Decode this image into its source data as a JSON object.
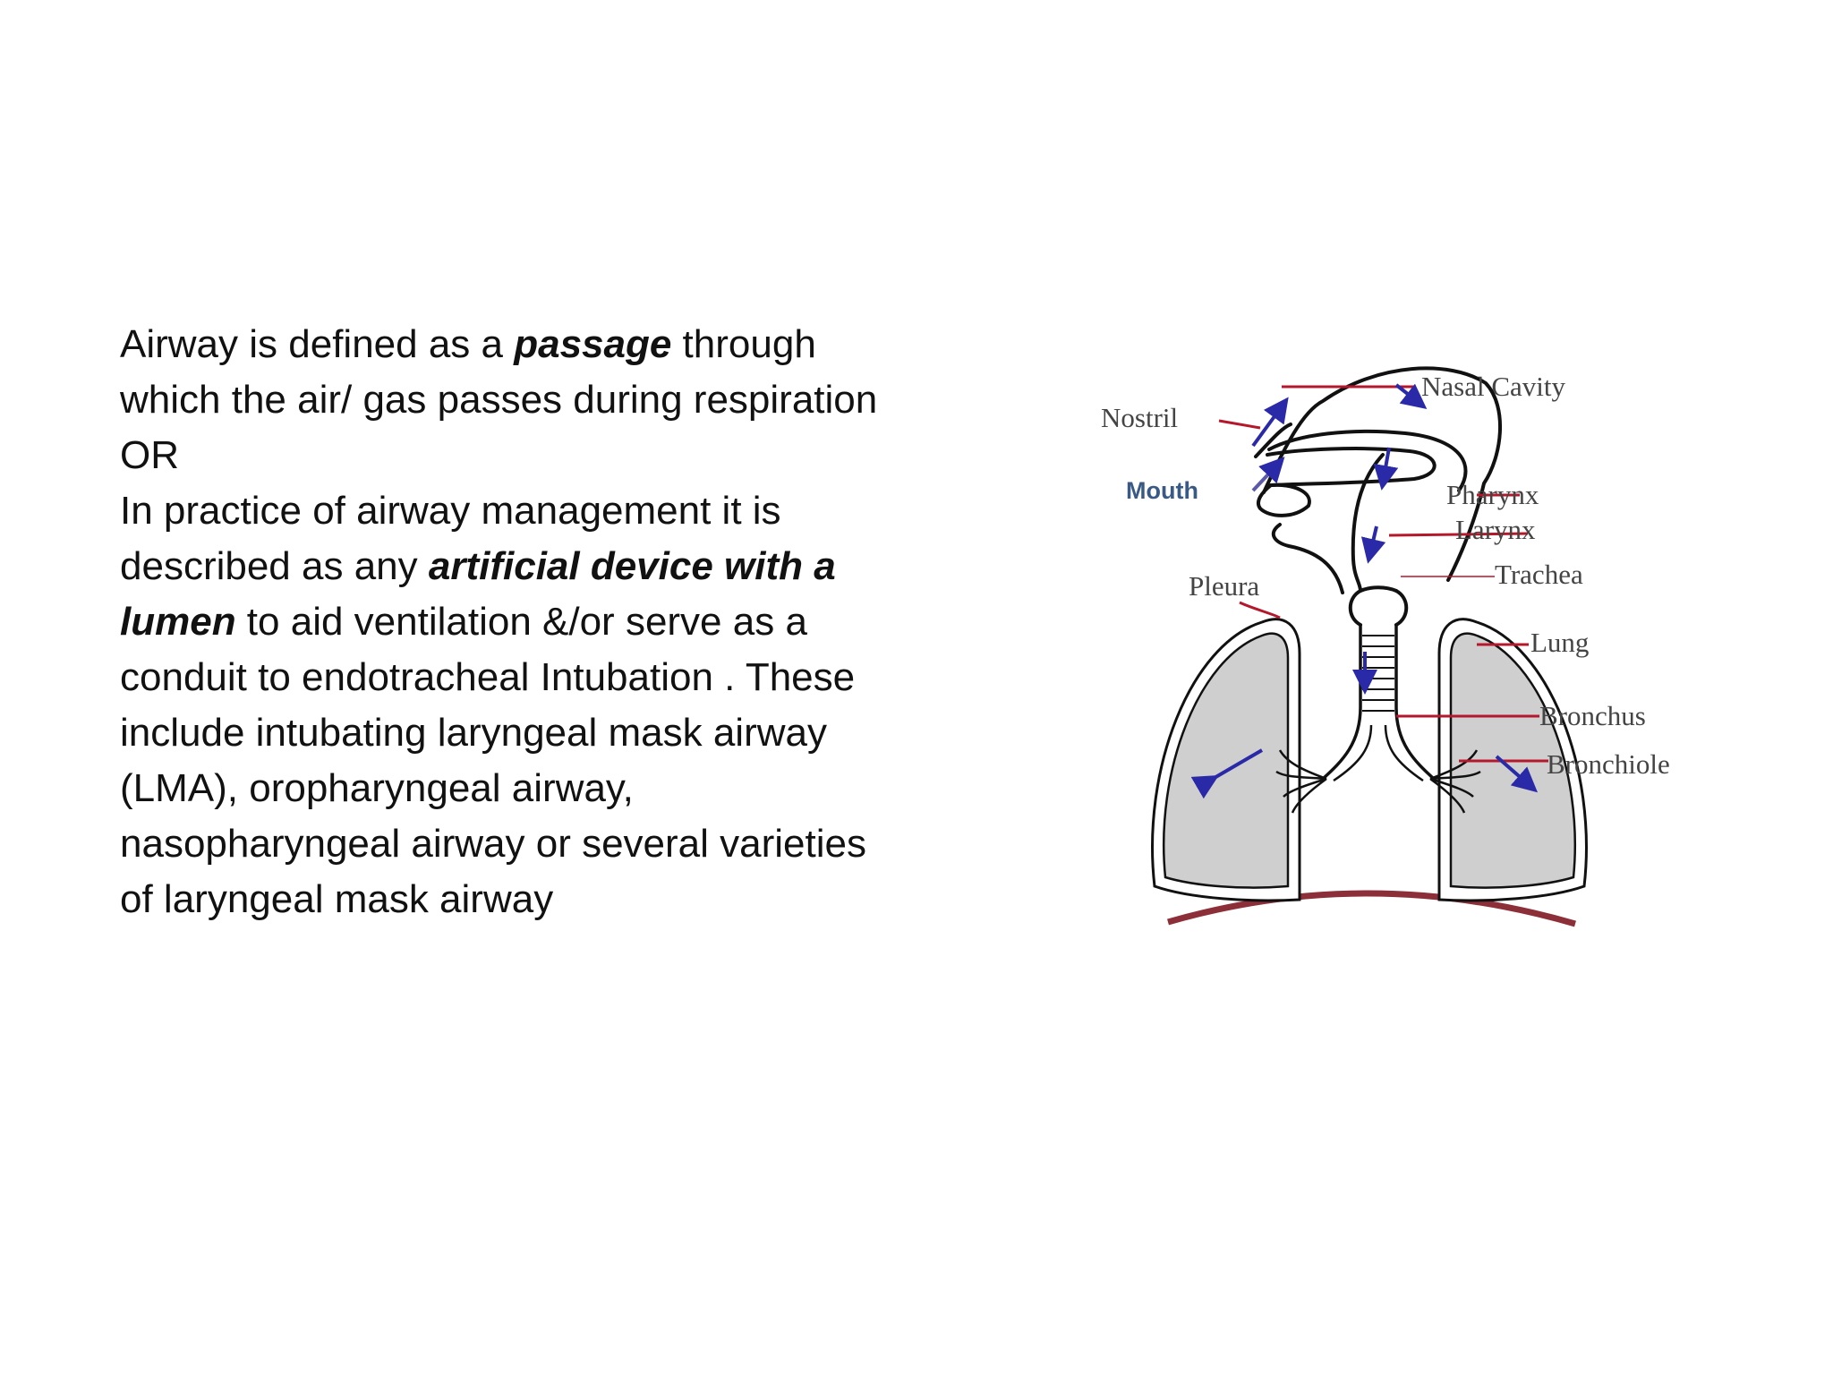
{
  "definition": {
    "para1": {
      "before": "Airway is defined as a ",
      "emph": "passage",
      "after": " through which the air/ gas passes during respiration"
    },
    "or_text": "OR",
    "para2": {
      "before": "In practice of airway management it is described as any ",
      "emph": "artificial device with a lumen",
      "after": " to aid ventilation &/or serve as a conduit to endotracheal Intubation . These include intubating laryngeal mask airway (LMA), oropharyngeal airway, nasopharyngeal airway or several varieties of laryngeal mask airway"
    }
  },
  "diagram": {
    "labels": {
      "nostril": "Nostril",
      "mouth": "Mouth",
      "nasal_cavity": "Nasal Cavity",
      "pharynx": "Pharynx",
      "larynx": "Larynx",
      "trachea": "Trachea",
      "pleura": "Pleura",
      "lung": "Lung",
      "bronchus": "Bronchus",
      "bronchiole": "Bronchiole"
    },
    "colors": {
      "outline": "#111111",
      "lung_fill": "#cfcfcf",
      "leader_line": "#b5172b",
      "air_arrow": "#2a2aa8",
      "diaphragm": "#8c2f39"
    },
    "icons": [
      "airflow-arrow-icon"
    ]
  }
}
